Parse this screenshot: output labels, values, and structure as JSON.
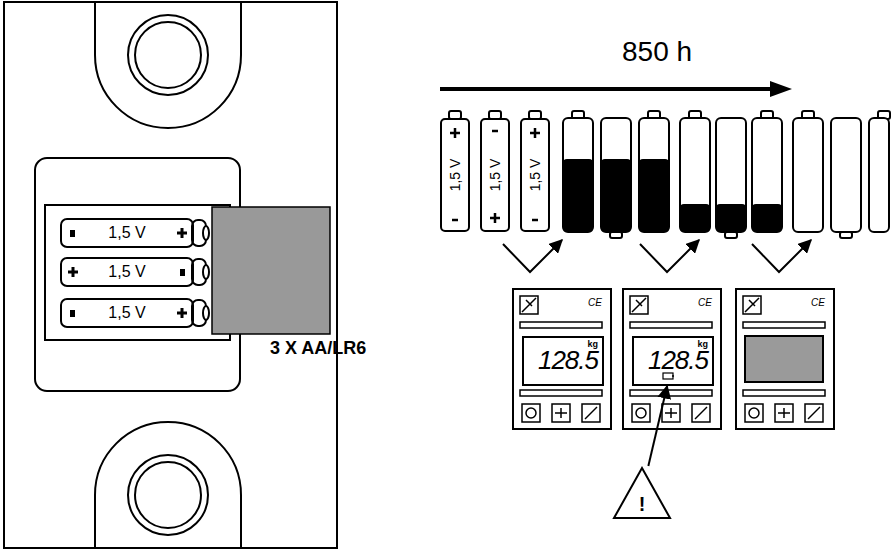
{
  "diagram": {
    "nodes": [
      {
        "text": [
          "1,5 V"
        ]
      },
      {
        "text": [
          "1,5 V"
        ]
      },
      {
        "text": [
          "1,5 V"
        ]
      },
      {
        "text": [
          "1,5 V"
        ]
      },
      {
        "text": [
          "1,5 V"
        ]
      },
      {
        "text": [
          "1,5 V"
        ]
      },
      {
        "text": [
          "CE"
        ]
      },
      {
        "text": [
          "kg",
          "128.5"
        ],
        "in": 6
      },
      {
        "text": [
          "CE"
        ]
      },
      {
        "text": [
          "kg",
          "128.5"
        ],
        "in": 8
      },
      {
        "text": [
          "CE"
        ]
      },
      {
        "text": [
          "!"
        ]
      }
    ],
    "edges": [
      {
        "from": 11,
        "to": 9,
        "arrow": "to"
      }
    ],
    "labels": [
      "850 h",
      "3 X AA/LR6"
    ]
  }
}
